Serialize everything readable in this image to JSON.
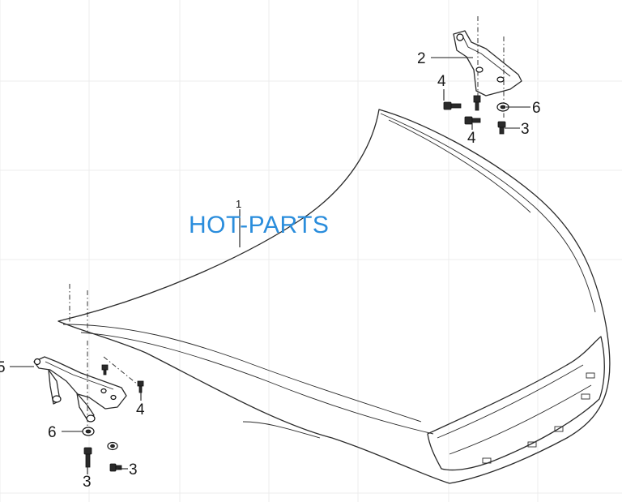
{
  "diagram": {
    "watermark": "HOT-PARTS",
    "callouts": {
      "hood": "1",
      "hinge_right": "2",
      "bolt_right_a": "3",
      "bolt_right_b": "4",
      "bolt_right_c": "4",
      "washer_right": "6",
      "hinge_left": "5",
      "bolt_left_a": "4",
      "washer_left": "6",
      "bolt_left_b": "3",
      "bolt_left_c": "3"
    }
  }
}
